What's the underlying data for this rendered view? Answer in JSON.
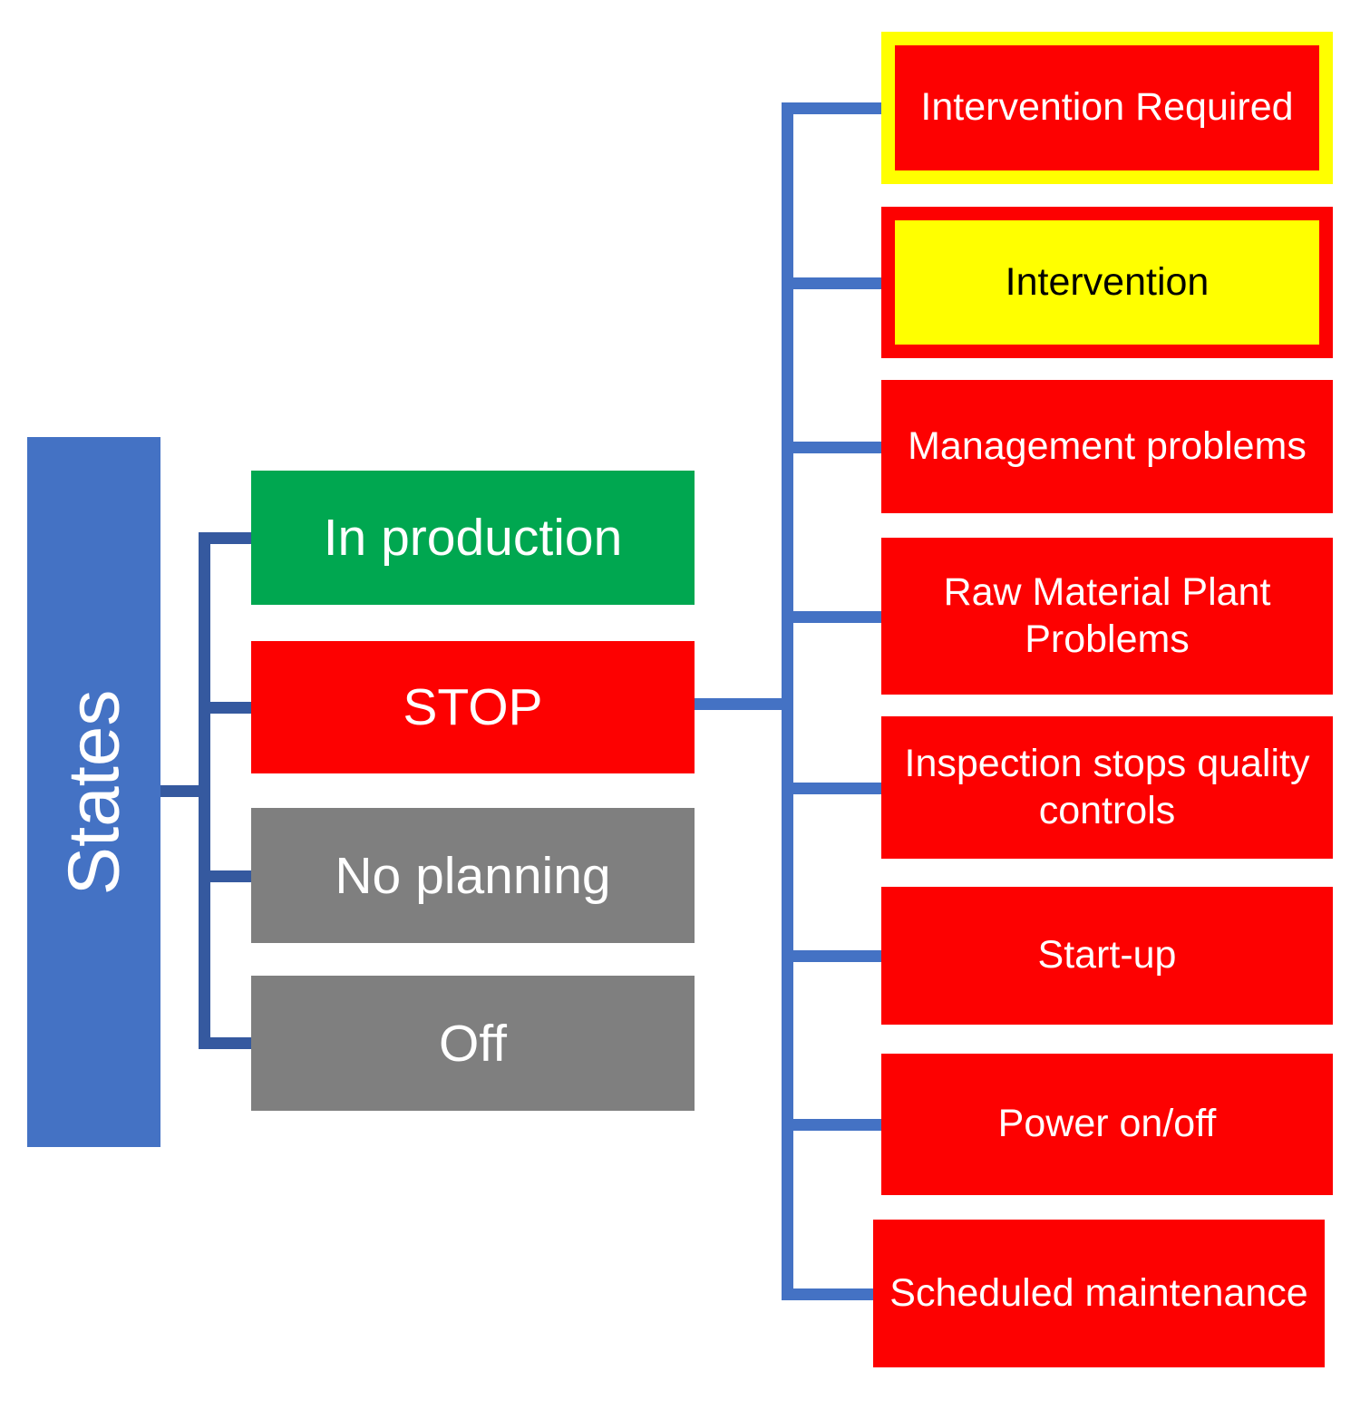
{
  "diagram": {
    "root": {
      "label": "States",
      "fill": "#4472C4",
      "text_color": "#FFFFFF"
    },
    "states": [
      {
        "label": "In production",
        "fill": "#00A750",
        "text_color": "#FFFFFF"
      },
      {
        "label": "STOP",
        "fill": "#FD0101",
        "text_color": "#FFFFFF"
      },
      {
        "label": "No planning",
        "fill": "#7F7F7F",
        "text_color": "#FFFFFF"
      },
      {
        "label": "Off",
        "fill": "#7F7F7F",
        "text_color": "#FFFFFF"
      }
    ],
    "stop_reasons": [
      {
        "label": "Intervention Required",
        "fill": "#FD0101",
        "frame": "#FFFF00",
        "text_color": "#FFFFFF"
      },
      {
        "label": "Intervention",
        "fill": "#FFFF00",
        "frame": "#FD0101",
        "text_color": "#000000"
      },
      {
        "label": "Management problems",
        "fill": "#FD0101",
        "text_color": "#FFFFFF"
      },
      {
        "label": "Raw Material Plant\nProblems",
        "fill": "#FD0101",
        "text_color": "#FFFFFF"
      },
      {
        "label": "Inspection stops quality\ncontrols",
        "fill": "#FD0101",
        "text_color": "#FFFFFF"
      },
      {
        "label": "Start-up",
        "fill": "#FD0101",
        "text_color": "#FFFFFF"
      },
      {
        "label": "Power on/off",
        "fill": "#FD0101",
        "text_color": "#FFFFFF"
      },
      {
        "label": "Scheduled maintenance",
        "fill": "#FD0101",
        "text_color": "#FFFFFF"
      }
    ],
    "colors": {
      "left_connector": "#35599F",
      "right_connector": "#4472C4",
      "background": "#FFFFFF"
    }
  }
}
